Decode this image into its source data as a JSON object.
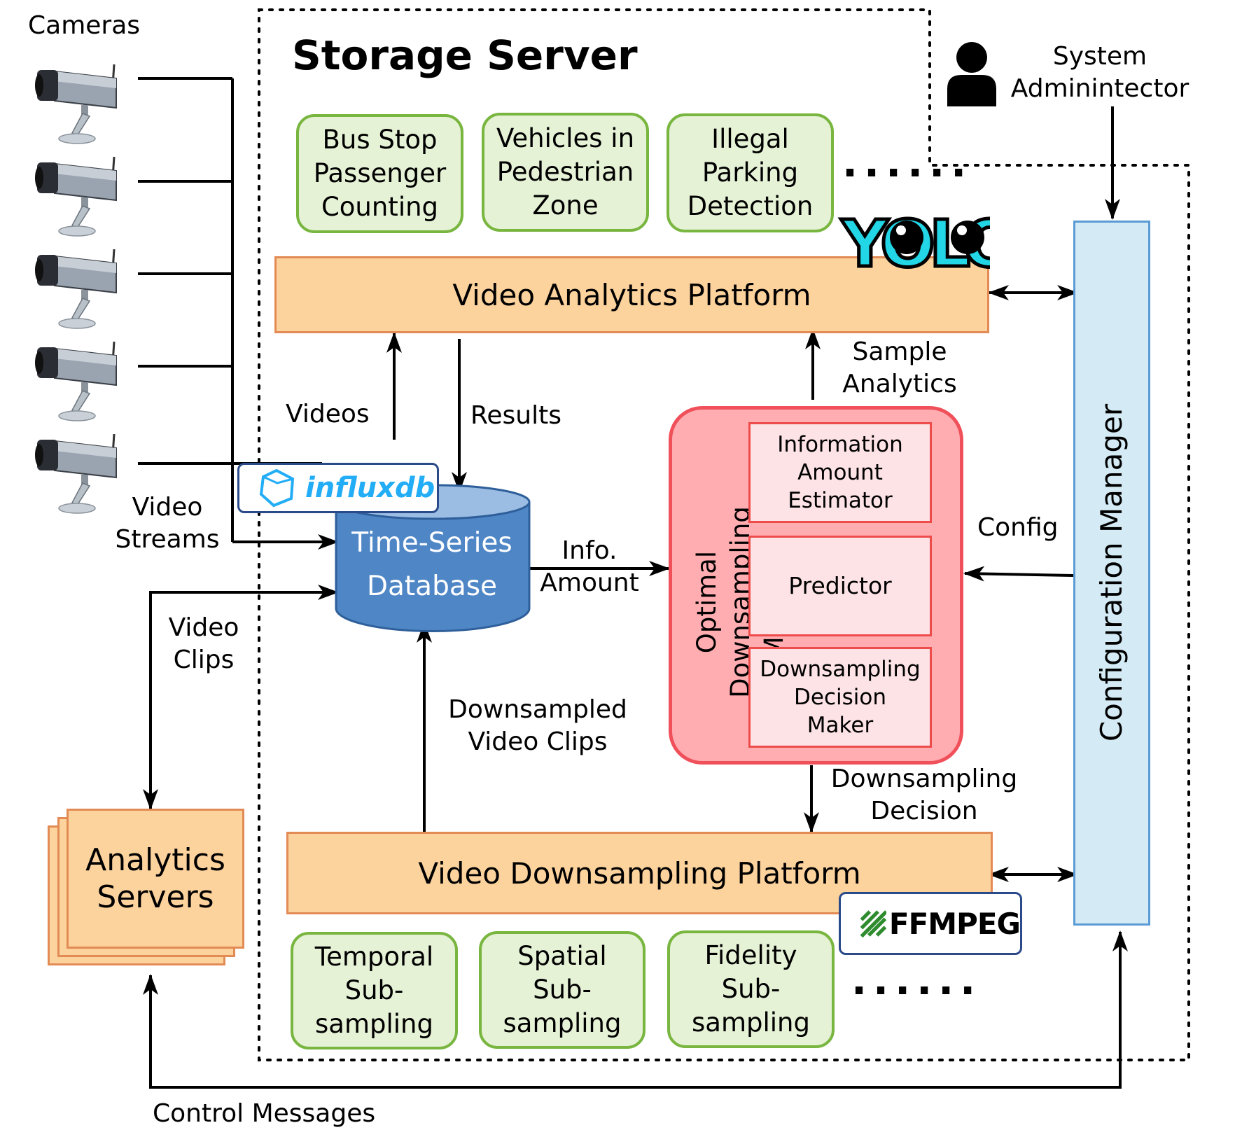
{
  "labels": {
    "cameras": "Cameras",
    "storage_server": "Storage Server",
    "system_admin": "System\nAdminintector",
    "videos": "Videos",
    "results": "Results",
    "sample_analytics": "Sample\nAnalytics",
    "video_streams": "Video\nStreams",
    "video_clips": "Video\nClips",
    "info_amount": "Info.\nAmount",
    "config": "Config",
    "downsampled_video_clips": "Downsampled\nVideo Clips",
    "downsampling_decision": "Downsampling\nDecision",
    "control_messages": "Control Messages",
    "dots_top": "......",
    "dots_bottom": "......"
  },
  "analytics_apps": [
    "Bus Stop\nPassenger\nCounting",
    "Vehicles in\nPedestrian\nZone",
    "Illegal\nParking\nDetection"
  ],
  "subsampling_apps": [
    "Temporal\nSub-\nsampling",
    "Spatial\nSub-\nsampling",
    "Fidelity\nSub-\nsampling"
  ],
  "platforms": {
    "analytics": "Video Analytics Platform",
    "downsampling": "Video Downsampling Platform"
  },
  "database": {
    "label": "Time-Series\nDatabase",
    "badge": "influxdb"
  },
  "odm": {
    "title": "Optimal Downsampling\nManager",
    "components": [
      "Information\nAmount\nEstimator",
      "Predictor",
      "Downsampling\nDecision\nMaker"
    ]
  },
  "config_manager": "Configuration Manager",
  "analytics_servers": "Analytics\nServers",
  "logos": {
    "yolo": "YOLO",
    "ffmpeg": "FFMPEG"
  },
  "colors": {
    "green_fill": "#e6f2d6",
    "green_border": "#79b640",
    "orange_fill": "#fcd29d",
    "orange_border": "#e38b55",
    "odm_fill": "#ffadb1",
    "odm_border": "#f0505a",
    "config_fill": "#d4ebf5",
    "config_border": "#5b9bd5",
    "db_fill": "#4f86c6",
    "influx_blue": "#22adf6"
  }
}
